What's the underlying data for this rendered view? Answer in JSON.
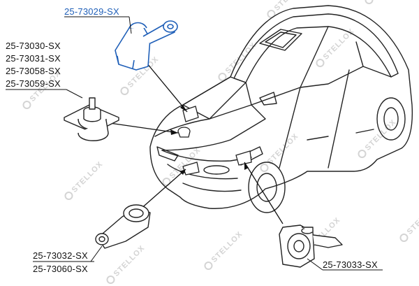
{
  "highlight_color": "#1f5fb8",
  "watermark_text": "STELLOX",
  "labels": {
    "top_part": "25-73029-SX",
    "left_group": [
      "25-73030-SX",
      "25-73031-SX",
      "25-73058-SX",
      "25-73059-SX"
    ],
    "bottom_left_group": [
      "25-73032-SX",
      "25-73060-SX"
    ],
    "bottom_right": "25-73033-SX"
  },
  "parts": [
    {
      "id": "top",
      "icon": "torque-rod-mount-icon"
    },
    {
      "id": "left",
      "icon": "square-base-mount-icon"
    },
    {
      "id": "bottom_left",
      "icon": "rear-torque-mount-icon"
    },
    {
      "id": "bottom_right",
      "icon": "bracket-mount-icon"
    }
  ]
}
